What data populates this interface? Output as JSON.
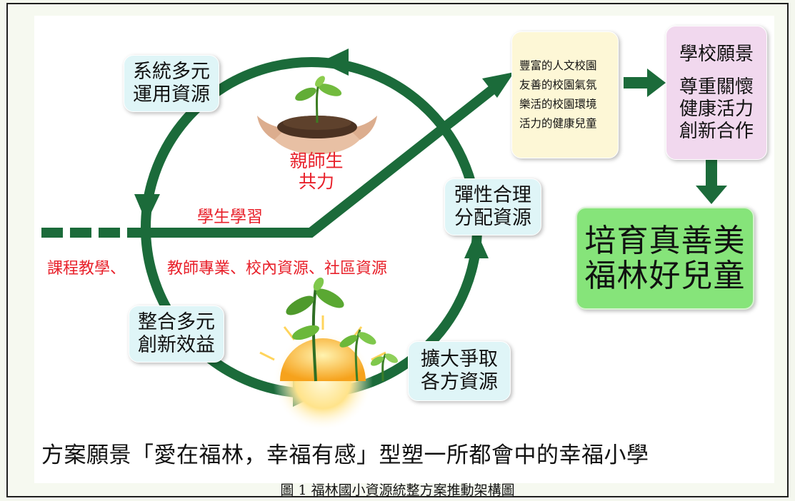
{
  "diagram": {
    "cycle_labels": {
      "top_left": [
        "系統多元",
        "運用資源"
      ],
      "right": [
        "彈性合理",
        "分配資源"
      ],
      "bottom_left": [
        "整合多元",
        "創新效益"
      ],
      "bottom_right": [
        "擴大爭取",
        "各方資源"
      ]
    },
    "center_label": [
      "親師生",
      "共力"
    ],
    "arrow_label": "學生學習",
    "resource_line_left": "課程教學、",
    "resource_line_right": "教師專業、校內資源、社區資源",
    "outcomes": [
      "豐富的人文校園",
      "友善的校園氣氛",
      "樂活的校園環境",
      "活力的健康兒童"
    ],
    "vision_box": {
      "title": "學校願景",
      "items": [
        "尊重關懷",
        "健康活力",
        "創新合作"
      ]
    },
    "goal": [
      "培育真善美",
      "福林好兒童"
    ],
    "banner": "方案願景「愛在福林，幸福有感」型塑一所都會中的幸福小學",
    "caption": "圖 1  福林國小資源統整方案推動架構圖",
    "colors": {
      "cycle_arrow": "#1b6b3a",
      "label_red": "#e8202a",
      "cyan_box": "#dff5f7",
      "yellow_box": "#fdf7d6",
      "pink_box": "#f1d8ee",
      "goal_box": "#86e47a"
    }
  }
}
